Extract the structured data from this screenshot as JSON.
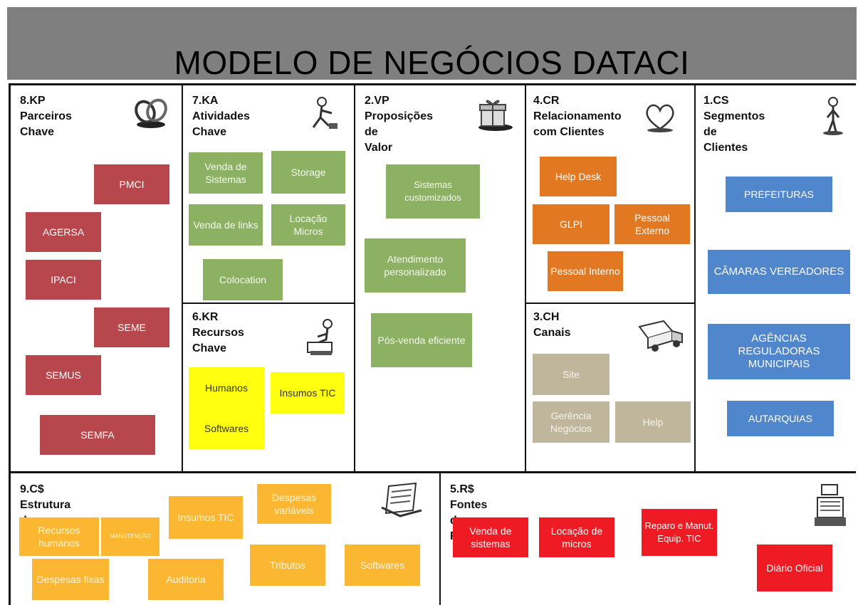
{
  "title": "MODELO DE NEGÓCIOS DATACI",
  "blocks": {
    "kp": {
      "code": "8.KP",
      "line1": "Parceiros",
      "line2": "Chave",
      "notes": [
        "PMCI",
        "AGERSA",
        "IPACI",
        "SEME",
        "SEMUS",
        "SEMFA"
      ]
    },
    "ka": {
      "code": "7.KA",
      "line1": "Atividades",
      "line2": "Chave",
      "notes": [
        "Venda de Sistemas",
        "Storage",
        "Venda de links",
        "Locação Micros",
        "Colocation"
      ]
    },
    "kr": {
      "code": "6.KR",
      "line1": "Recursos",
      "line2": "Chave",
      "notes": [
        "Humanos",
        "Insumos TIC",
        "Softwares"
      ]
    },
    "vp": {
      "code": "2.VP",
      "line1": "Proposições de",
      "line2": "Valor",
      "notes": [
        "Sistemas customizados",
        "Atendimento personalizado",
        "Pós-venda eficiente"
      ]
    },
    "cr": {
      "code": "4.CR",
      "line1": "Relacionamento",
      "line2": "com Clientes",
      "notes": [
        "Help Desk",
        "GLPI",
        "Pessoal Externo",
        "Pessoal Interno"
      ]
    },
    "ch": {
      "code": "3.CH",
      "line1": "Canais",
      "notes": [
        "Site",
        "Gerência Negócios",
        "Help"
      ]
    },
    "cs": {
      "code": "1.CS",
      "line1": "Segmentos de",
      "line2": "Clientes",
      "notes": [
        "PREFEITURAS",
        "CÂMARAS VEREADORES",
        "AGÊNCIAS REGULADORAS MUNICIPAIS",
        "AUTARQUIAS"
      ]
    },
    "cost": {
      "code": "9.C$",
      "line1": "Estrutura de Custos",
      "notes": [
        "Recursos humanos",
        "MANUTENÇÃO",
        "Insumos TIC",
        "Despesas variáveis",
        "Despesas fixas",
        "Auditoria",
        "Tributos",
        "Softwares"
      ]
    },
    "rev": {
      "code": "5.R$",
      "line1": "Fontes de Receitas",
      "notes": [
        "Venda de sistemas",
        "Locação de micros",
        "Reparo e Manut. Equip. TIC",
        "Diário Oficial"
      ]
    }
  },
  "colors": {
    "header": "#7f7f7f",
    "partners": "#b8474d",
    "activities": "#8db163",
    "resources": "#ffff10",
    "relationship": "#e37822",
    "channels": "#bfb69c",
    "segments": "#4f86cc",
    "costs": "#fbb731",
    "revenue": "#ee1b25"
  },
  "icons": [
    "chain-link-icon",
    "worker-icon",
    "seated-worker-icon",
    "gift-box-icon",
    "heart-icon",
    "delivery-truck-icon",
    "person-icon",
    "receipt-icon",
    "cash-register-icon"
  ]
}
